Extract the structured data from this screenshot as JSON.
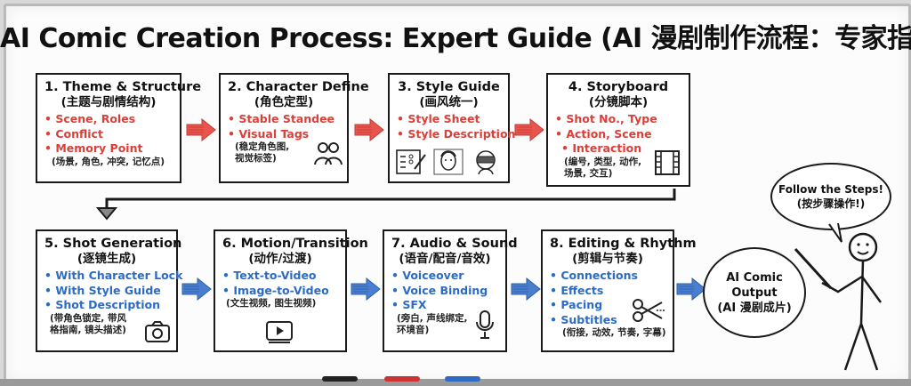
{
  "title": "AI Comic Creation Process: Expert Guide (AI 漫剧制作流程：专家指南)",
  "steps": [
    {
      "title": "1. Theme & Structure",
      "subtitle": "(主题与剧情结构)",
      "items": [
        "Scene, Roles",
        "Conflict",
        "Memory Point"
      ],
      "note": [
        "(场景, 角色, 冲突, 记忆点)"
      ]
    },
    {
      "title": "2. Character Define",
      "subtitle": "(角色定型)",
      "items": [
        "Stable Standee",
        "Visual Tags"
      ],
      "note": [
        "(稳定角色图,",
        "视觉标签)"
      ]
    },
    {
      "title": "3. Style Guide",
      "subtitle": "(画风统一)",
      "items": [
        "Style Sheet",
        "Style Description"
      ],
      "note": []
    },
    {
      "title": "4. Storyboard",
      "subtitle": "(分镜脚本)",
      "items": [
        "Shot No., Type",
        "Action, Scene",
        "Interaction"
      ],
      "note": [
        "(编号, 类型, 动作,",
        "场景, 交互)"
      ]
    },
    {
      "title": "5. Shot Generation",
      "subtitle": "(逐镜生成)",
      "items": [
        "With Character Lock",
        "With Style Guide",
        "Shot Description"
      ],
      "note": [
        "(带角色锁定, 带风",
        "格指南, 镜头描述)"
      ]
    },
    {
      "title": "6. Motion/Transition",
      "subtitle": "(动作/过渡)",
      "items": [
        "Text-to-Video",
        "Image-to-Video"
      ],
      "note": [
        "(文生视频, 图生视频)"
      ]
    },
    {
      "title": "7. Audio & Sound",
      "subtitle": "(语音/配音/音效)",
      "items": [
        "Voiceover",
        "Voice Binding",
        "SFX"
      ],
      "note": [
        "(旁白, 声线绑定,",
        "环境音)"
      ]
    },
    {
      "title": "8. Editing & Rhythm",
      "subtitle": "(剪辑与节奏)",
      "items": [
        "Connections",
        "Effects",
        "Pacing",
        "Subtitles"
      ],
      "note": [
        "(衔接, 动效, 节奏, 字幕)"
      ]
    }
  ],
  "output": {
    "line1": "AI Comic",
    "line2": "Output",
    "line3": "(AI 漫剧成片)"
  },
  "bubble": {
    "line1": "Follow the Steps!",
    "line2": "(按步骤操作!)"
  },
  "colors": {
    "red": "#d9403a",
    "blue": "#2d6bc4",
    "arrow_red": "#e8554d",
    "arrow_blue": "#4a7fd0",
    "ink": "#1a1a1a"
  },
  "icons": [
    "people-icon",
    "style-sheet-icon",
    "face-sketch-icon",
    "vr-head-icon",
    "film-strip-icon",
    "camera-icon",
    "video-play-icon",
    "microphone-icon",
    "scissors-icon",
    "stick-figure-icon"
  ]
}
